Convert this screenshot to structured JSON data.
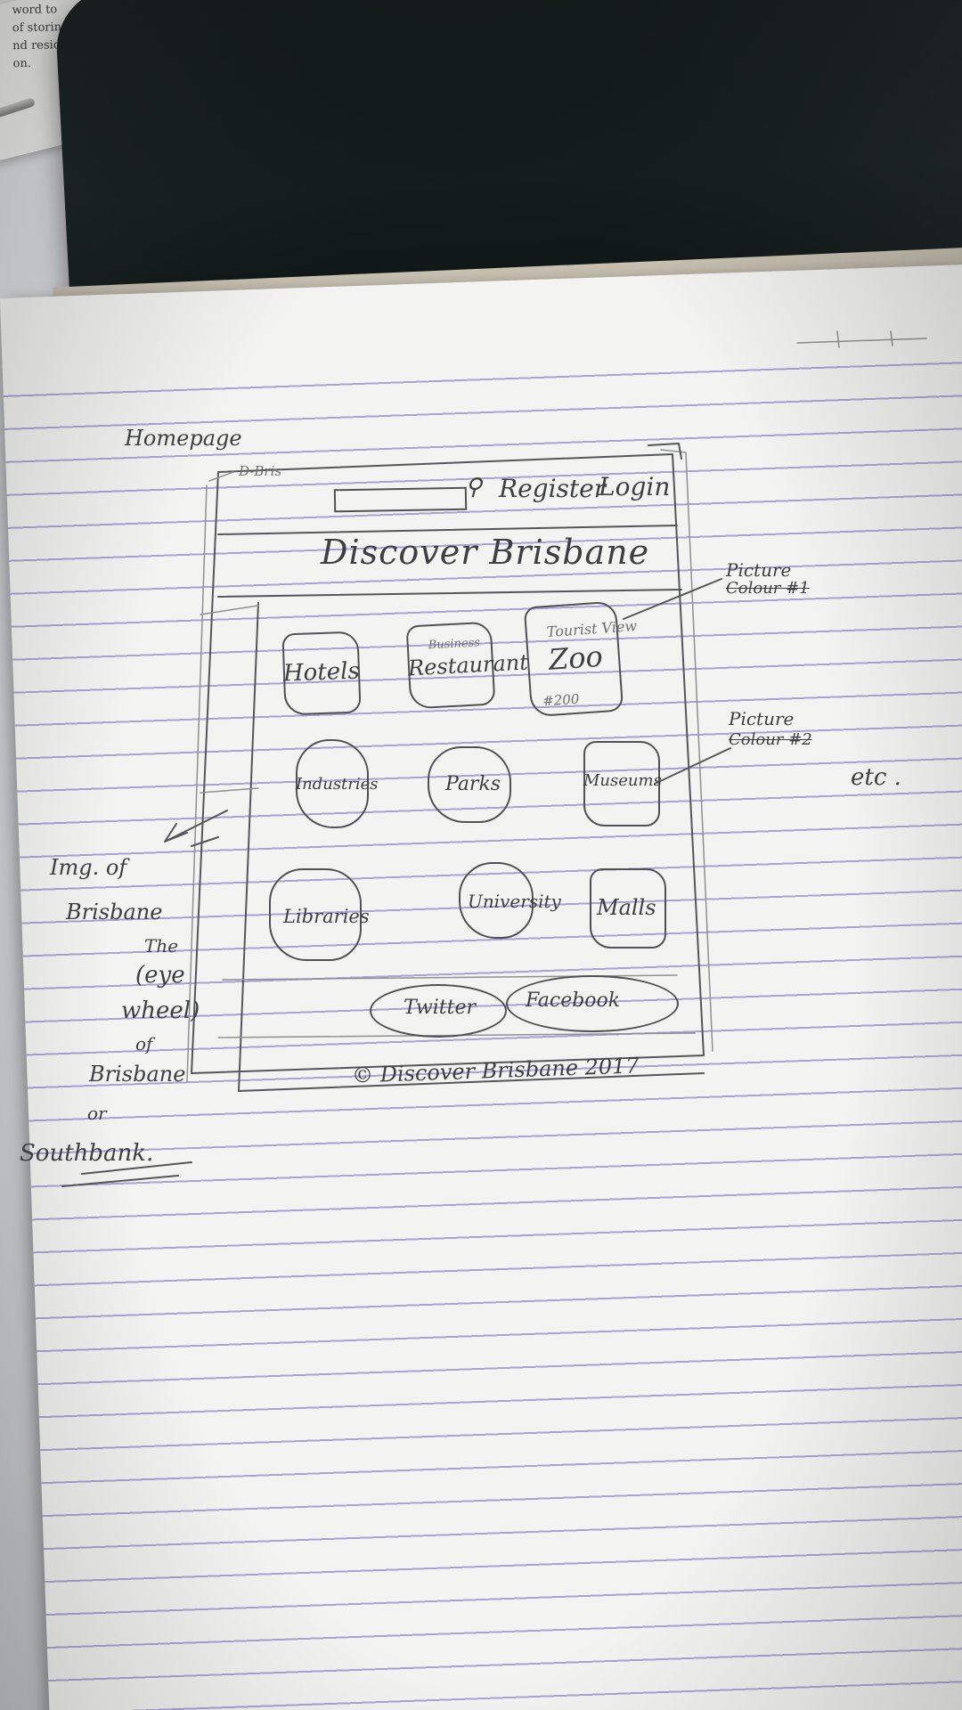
{
  "notes": {
    "homepage_label": "Homepage",
    "tab_scribble": "D-Bris",
    "picture_note_1": "Picture",
    "picture_note_1_strike": "Colour #1",
    "picture_note_2": "Picture",
    "picture_note_2_strike": "Colour #2",
    "etc": "etc .",
    "side_note_lines": [
      "Img. of",
      "Brisbane",
      "The",
      "(eye",
      "wheel)",
      "of",
      "Brisbane",
      "or",
      "Southbank."
    ]
  },
  "wireframe": {
    "header": {
      "register": "Register",
      "login": "Login",
      "search_icon": "search-icon"
    },
    "title": "Discover Brisbane",
    "tiles": [
      {
        "label": "Hotels",
        "extra": ""
      },
      {
        "label": "Restaurant",
        "extra": "Business"
      },
      {
        "label": "Zoo",
        "extra": "Tourist View",
        "note": "#200"
      },
      {
        "label": "Industries",
        "extra": ""
      },
      {
        "label": "Parks",
        "extra": ""
      },
      {
        "label": "Museums",
        "extra": ""
      },
      {
        "label": "Libraries",
        "extra": ""
      },
      {
        "label": "University",
        "extra": ""
      },
      {
        "label": "Malls",
        "extra": ""
      }
    ],
    "social": {
      "twitter": "Twitter",
      "facebook": "Facebook"
    },
    "footer": "© Discover Brisbane 2017"
  },
  "background_doc_text": "word to\nof storing\nnd residential\non.",
  "colors": {
    "pencil": "#505155",
    "ruled_line": "#9c93d4",
    "paper": "#f3f3f1",
    "folder": "#111a19"
  }
}
